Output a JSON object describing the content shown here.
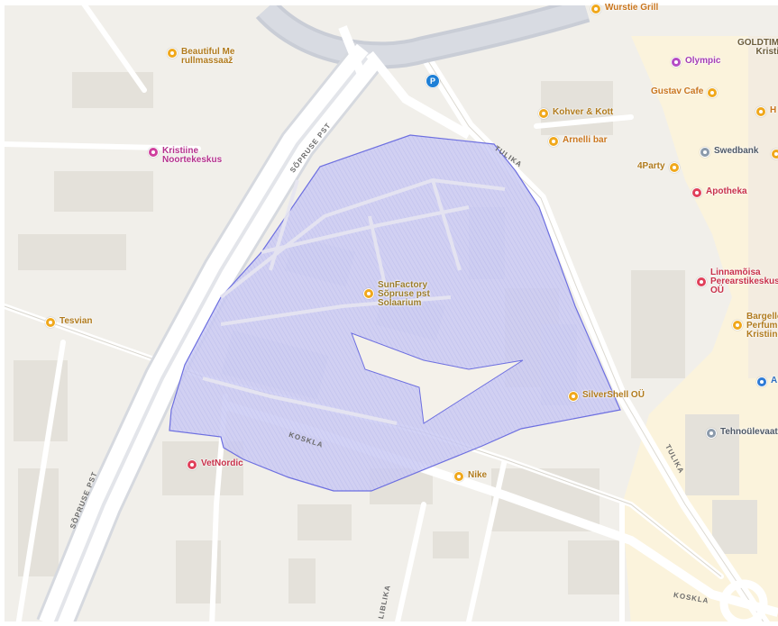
{
  "map": {
    "colors": {
      "land": "#f1efea",
      "block": "#e6e3dc",
      "plaza": "#fbf3dc",
      "road": "#ffffff",
      "highway_edge": "#d9dbe0",
      "polygon_fill": "#c8c8f2",
      "polygon_stroke": "#6d6fe0",
      "food": "#f0a81c",
      "health": "#e0405a",
      "community": "#cf3f9d",
      "shop_purple": "#b54bc4",
      "bank": "#8b9aab",
      "info_blue": "#2f7bd6"
    },
    "parking_label": "P",
    "streets": [
      {
        "name": "SÕPRUSE PST",
        "id": "sopruse-top"
      },
      {
        "name": "SÕPRUSE PST",
        "id": "sopruse-bottom"
      },
      {
        "name": "TULIKA",
        "id": "tulika-top"
      },
      {
        "name": "TULIKA",
        "id": "tulika-right"
      },
      {
        "name": "KOSKLA",
        "id": "koskla-center"
      },
      {
        "name": "KOSKLA",
        "id": "koskla-right"
      },
      {
        "name": "LIBLIKA",
        "id": "liblika"
      }
    ],
    "pois": [
      {
        "name": "Wurstie Grill",
        "icon": "restaurant-icon",
        "color": "#f0a81c"
      },
      {
        "name": "Beautiful Me\nrullmassaaž",
        "icon": "spa-icon",
        "color": "#f0a81c"
      },
      {
        "name": "GOLDTIM\nKristi",
        "icon": "",
        "color": "#6b5c3a"
      },
      {
        "name": "Olympic",
        "icon": "casino-icon",
        "color": "#b54bc4"
      },
      {
        "name": "Gustav Cafe",
        "icon": "cafe-icon",
        "color": "#f0a81c"
      },
      {
        "name": "H",
        "icon": "shop-icon",
        "color": "#f0a81c"
      },
      {
        "name": "Kohver & Kott",
        "icon": "shop-icon",
        "color": "#f0a81c"
      },
      {
        "name": "Arnelli bar",
        "icon": "bar-icon",
        "color": "#f0a81c"
      },
      {
        "name": "Kristiine\nNoortekeskus",
        "icon": "community-icon",
        "color": "#cf3f9d"
      },
      {
        "name": "Swedbank",
        "icon": "bank-icon",
        "color": "#8b9aab"
      },
      {
        "name": "4Party",
        "icon": "shop-icon",
        "color": "#f0a81c"
      },
      {
        "name": "Apotheka",
        "icon": "pharmacy-icon",
        "color": "#e0405a"
      },
      {
        "name": "SunFactory\nSõpruse pst\nSolaarium",
        "icon": "spa-icon",
        "color": "#f0a81c"
      },
      {
        "name": "Linnamõisa\nPerearstikeskus\nOÜ",
        "icon": "medical-icon",
        "color": "#e0405a"
      },
      {
        "name": "Bargello\nPerfume\nKristiine",
        "icon": "shop-icon",
        "color": "#f0a81c"
      },
      {
        "name": "Tesvian",
        "icon": "shop-icon",
        "color": "#f0a81c"
      },
      {
        "name": "A",
        "icon": "info-icon",
        "color": "#2f7bd6"
      },
      {
        "name": "SilverShell OÜ",
        "icon": "shop-icon",
        "color": "#f0a81c"
      },
      {
        "name": "Tehnoülevaatus",
        "icon": "service-icon",
        "color": "#8b9aab"
      },
      {
        "name": "VetNordic",
        "icon": "vet-icon",
        "color": "#e0405a"
      },
      {
        "name": "Nike",
        "icon": "shop-icon",
        "color": "#f0a81c"
      }
    ]
  }
}
